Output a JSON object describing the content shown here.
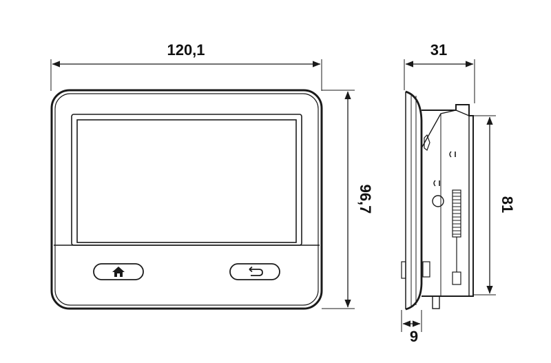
{
  "dimensions": {
    "front_width": "120,1",
    "front_height": "96,7",
    "side_depth": "31",
    "side_height": "81",
    "side_base": "9"
  },
  "buttons": {
    "home_icon": "home-icon",
    "back_icon": "back-arrow-icon"
  },
  "colors": {
    "stroke": "#1a1a1a",
    "text": "#111111"
  }
}
